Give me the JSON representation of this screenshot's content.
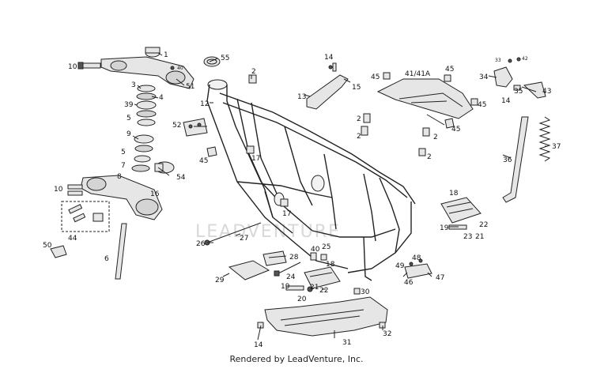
{
  "watermark": "LEADVENTURE",
  "footer": "Rendered by LeadVenture, Inc.",
  "callouts": {
    "c1": "1",
    "c10a": "10",
    "c40": "40",
    "c51": "51",
    "c3": "3",
    "c4": "4",
    "c39": "39",
    "c5a": "5",
    "c9": "9",
    "c5b": "5",
    "c7": "7",
    "c8": "8",
    "c10b": "10",
    "c16": "16",
    "c54": "54",
    "c44": "44",
    "c50": "50",
    "c6": "6",
    "c55": "55",
    "c2a": "2",
    "c12": "12",
    "c52": "52",
    "c45a": "45",
    "c17a": "17",
    "c13": "13",
    "c14a": "14",
    "c15": "15",
    "c45b": "45",
    "c4141a": "41/41A",
    "c45c": "45",
    "c2b": "2",
    "c2c": "2",
    "c45d": "45",
    "c2d": "2",
    "c2e": "2",
    "c33": "33",
    "c42": "42",
    "c34": "34",
    "c35": "35",
    "c14b": "14",
    "c45e": "45",
    "c43": "43",
    "c37": "37",
    "c36": "36",
    "c18a": "18",
    "c22a": "22",
    "c19a": "19",
    "c23": "23",
    "c21a": "21",
    "c17b": "17",
    "c27": "27",
    "c26": "26",
    "c28": "28",
    "c40b": "40",
    "c25": "25",
    "c18b": "18",
    "c48": "48",
    "c49": "49",
    "c46": "46",
    "c47": "47",
    "c29": "29",
    "c24": "24",
    "c21b": "21",
    "c19b": "19",
    "c22b": "22",
    "c20": "20",
    "c30": "30",
    "c14c": "14",
    "c31": "31",
    "c32": "32"
  }
}
